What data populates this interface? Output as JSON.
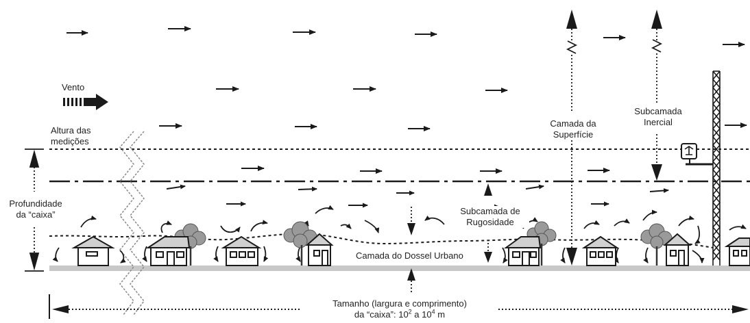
{
  "labels": {
    "vento": "Vento",
    "altura_l1": "Altura das",
    "altura_l2": "medições",
    "profundidade_l1": "Profundidade",
    "profundidade_l2": "da “caixa”",
    "camada_superficie_l1": "Camada da",
    "camada_superficie_l2": "Superfície",
    "subcamada_inercial_l1": "Subcamada",
    "subcamada_inercial_l2": "Inercial",
    "rugosidade_l1": "Subcamada de",
    "rugosidade_l2": "Rugosidade",
    "dossel": "Camada do Dossel Urbano",
    "tamanho_l1": "Tamanho (largura e comprimento)",
    "tamanho_l2_a": "da “caixa”: 10",
    "tamanho_exp1": "2",
    "tamanho_l2_b": " a 10",
    "tamanho_exp2": "4",
    "tamanho_l2_c": " m"
  },
  "colors": {
    "ink": "#1a1a1a",
    "ground": "#c8c8c8",
    "tree": "#9a9a9a"
  },
  "icons": {
    "wind": "wind-arrow-icon",
    "house": "house-icon",
    "tree": "tree-icon",
    "tower": "measurement-tower-icon",
    "instrument": "anemometer-icon"
  }
}
